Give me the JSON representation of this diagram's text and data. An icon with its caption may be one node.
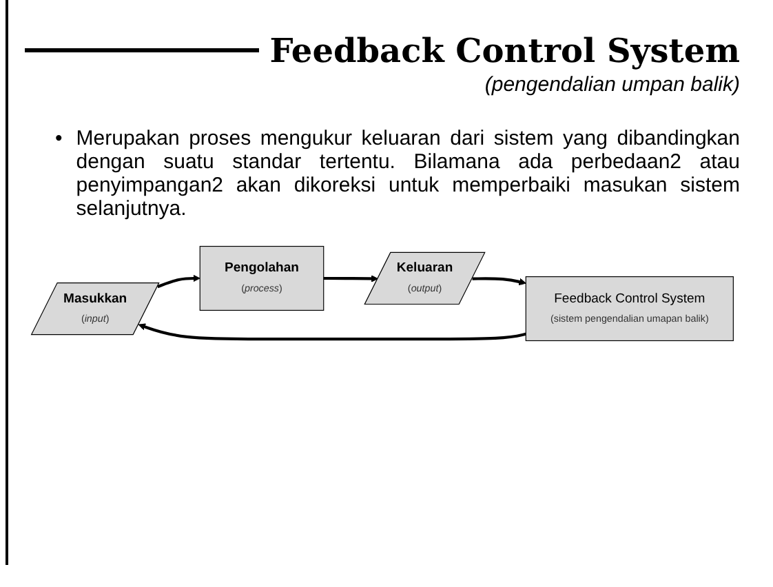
{
  "diagram": {
    "title": "Feedback Control System",
    "nodes": [
      {
        "text": [
          "Masukkan",
          "(*input*)"
        ]
      },
      {
        "text": [
          "Pengolahan",
          "(*process*)"
        ]
      },
      {
        "text": [
          "Keluaran",
          "(*output*)"
        ]
      },
      {
        "text": [
          "Feedback Control System",
          "(sistem pengendalian umapan balik)"
        ]
      }
    ],
    "edges": [
      {
        "from": 0,
        "to": 1,
        "arrow": "to"
      },
      {
        "from": 1,
        "to": 2,
        "arrow": "to"
      },
      {
        "from": 2,
        "to": 3,
        "arrow": "to"
      },
      {
        "from": 3,
        "to": 0,
        "arrow": "to"
      }
    ],
    "labels": [
      "(pengendalian umpan balik)",
      "•",
      "Merupakan proses mengukur keluaran dari sistem yang dibandingkan dengan suatu standar tertentu. Bilamana ada perbedaan2 atau penyimpangan2 akan dikoreksi untuk memperbaiki masukan sistem selanjutnya."
    ]
  }
}
